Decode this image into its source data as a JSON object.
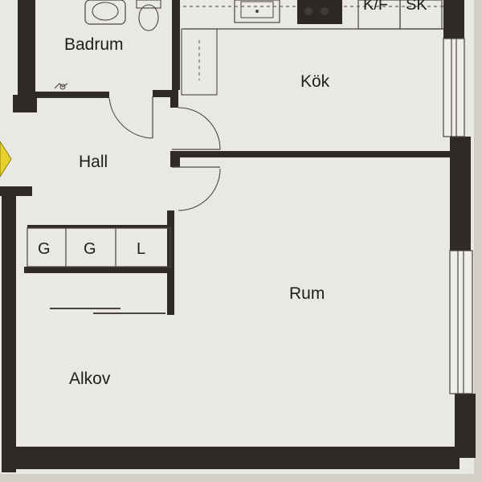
{
  "rooms": {
    "badrum": "Badrum",
    "kok": "Kök",
    "hall": "Hall",
    "rum": "Rum",
    "alkov": "Alkov"
  },
  "closets": {
    "g1": "G",
    "g2": "G",
    "l": "L"
  },
  "appliances": {
    "kf": "K/F",
    "sk": "SK"
  },
  "colors": {
    "paper": "#ecebe6",
    "wall": "#2e2a27",
    "background": "#cfccc4",
    "entry_marker": "#e8d42a"
  }
}
